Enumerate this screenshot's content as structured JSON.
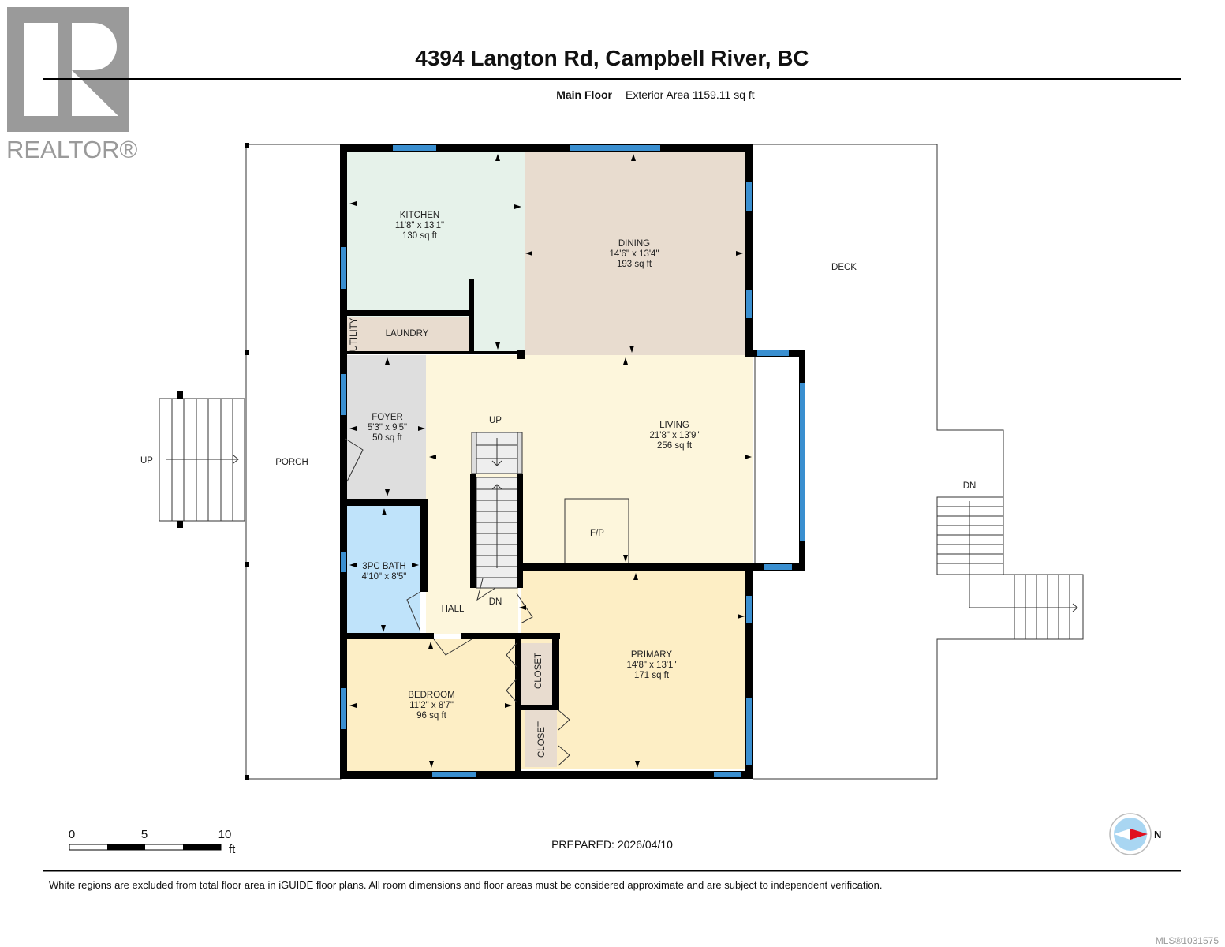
{
  "header": {
    "title": "4394 Langton Rd, Campbell River, BC",
    "floor_name": "Main Floor",
    "exterior_area": "Exterior Area 1159.11 sq ft"
  },
  "logo": {
    "text": "REALTOR®"
  },
  "rooms": {
    "kitchen": {
      "name": "KITCHEN",
      "dims": "11'8\" x 13'1\"",
      "area": "130 sq ft",
      "color": "#e6f2ea"
    },
    "dining": {
      "name": "DINING",
      "dims": "14'6\" x 13'4\"",
      "area": "193 sq ft",
      "color": "#e8dccf"
    },
    "living": {
      "name": "LIVING",
      "dims": "21'8\" x 13'9\"",
      "area": "256 sq ft",
      "color": "#fdf6dc"
    },
    "foyer": {
      "name": "FOYER",
      "dims": "5'3\" x 9'5\"",
      "area": "50 sq ft",
      "color": "#dedede"
    },
    "bath": {
      "name": "3PC BATH",
      "dims": "4'10\" x 8'5\"",
      "color": "#bfe3fa"
    },
    "bedroom": {
      "name": "BEDROOM",
      "dims": "11'2\" x 8'7\"",
      "area": "96 sq ft",
      "color": "#fdeec5"
    },
    "primary": {
      "name": "PRIMARY",
      "dims": "14'8\" x 13'1\"",
      "area": "171 sq ft",
      "color": "#fdeec5"
    },
    "laundry": {
      "name": "LAUNDRY"
    },
    "utility": {
      "name": "UTILITY"
    },
    "hall": {
      "name": "HALL"
    },
    "closet1": {
      "name": "CLOSET"
    },
    "closet2": {
      "name": "CLOSET"
    },
    "fireplace": {
      "name": "F/P"
    },
    "porch": {
      "name": "PORCH"
    },
    "deck": {
      "name": "DECK"
    }
  },
  "stairs": {
    "porch_up": "UP",
    "inner_up": "UP",
    "inner_dn": "DN",
    "deck_dn": "DN"
  },
  "scale": {
    "labels": [
      "0",
      "5",
      "10"
    ],
    "unit": "ft"
  },
  "prepared": "PREPARED: 2026/04/10",
  "compass": {
    "label": "N"
  },
  "disclaimer": "White regions are excluded from total floor area in iGUIDE floor plans. All room dimensions and floor areas must be considered approximate and are subject to independent verification.",
  "mls": "MLS®1031575",
  "colors": {
    "wall": "#000000",
    "window": "#3a8fd0",
    "compass_needle": "#e01020"
  }
}
